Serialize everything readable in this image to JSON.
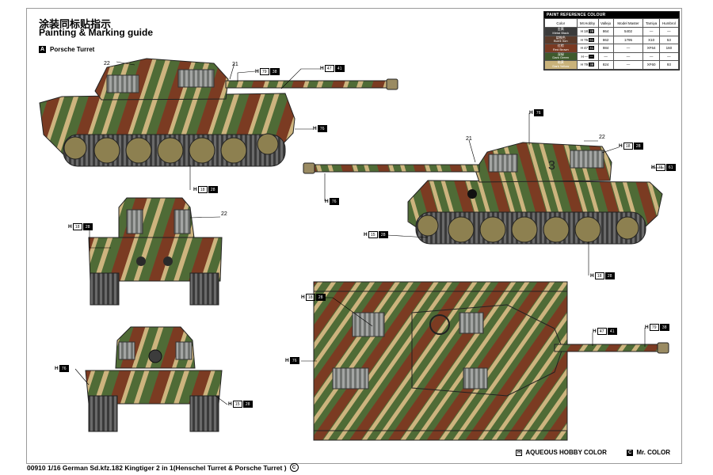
{
  "header": {
    "title_cn": "涂装同标贴指示",
    "title_en": "Painting & Marking guide",
    "section_letter": "A",
    "section_label": "Porsche Turret"
  },
  "reference": {
    "title": "PAINT REFERENCE COLOUR",
    "columns": [
      "Color",
      "Mr.Hobby",
      "Vallejo",
      "Model Master",
      "Tamiya",
      "Humbrol"
    ],
    "rows": [
      {
        "swatch_cn": "金属",
        "swatch_en": "Metal Black",
        "color": "#3b3b3b",
        "h1": "H",
        "h2": "18",
        "h3": "28",
        "vallejo": "864",
        "master": "5402",
        "tamiya": "—",
        "humbrol": "—"
      },
      {
        "swatch_cn": "烧铁色",
        "swatch_en": "Burnt Iron",
        "color": "#5a3a2a",
        "h1": "H",
        "h2": "76",
        "h3": "61",
        "vallejo": "862",
        "master": "1795",
        "tamiya": "X10",
        "humbrol": "53"
      },
      {
        "swatch_cn": "红棕",
        "swatch_en": "Red Brown",
        "color": "#7a3a22",
        "h1": "H",
        "h2": "47",
        "h3": "41",
        "vallejo": "984",
        "master": "—",
        "tamiya": "XF64",
        "humbrol": "160"
      },
      {
        "swatch_cn": "深绿",
        "swatch_en": "Dark Green",
        "color": "#3f5a2c",
        "h1": "H",
        "h2": "—",
        "h3": "—",
        "vallejo": "—",
        "master": "—",
        "tamiya": "—",
        "humbrol": "—"
      },
      {
        "swatch_cn": "暗黄",
        "swatch_en": "Dark Yellow",
        "color": "#c9b27a",
        "h1": "H",
        "h2": "79",
        "h3": "38",
        "vallejo": "824",
        "master": "—",
        "tamiya": "XF60",
        "humbrol": "93"
      }
    ]
  },
  "callouts": [
    {
      "id": "c1",
      "h": "H",
      "n1": "47",
      "n2": "41"
    },
    {
      "id": "c2",
      "h": "H",
      "n1": "79",
      "n2": "38"
    },
    {
      "id": "c3",
      "h": "H",
      "n1": "",
      "n2": "76"
    },
    {
      "id": "c4",
      "h": "H",
      "n1": "18",
      "n2": "28"
    },
    {
      "id": "c5",
      "h": "H",
      "n1": "",
      "n2": "76"
    },
    {
      "id": "c6",
      "h": "H",
      "n1": "18",
      "n2": "28"
    },
    {
      "id": "c7",
      "h": "H",
      "n1": "76",
      "n2": "61"
    },
    {
      "id": "c8",
      "h": "H",
      "n1": "",
      "n2": "76"
    },
    {
      "id": "c9",
      "h": "H",
      "n1": "15",
      "n2": "28"
    },
    {
      "id": "c10",
      "h": "H",
      "n1": "18",
      "n2": "28"
    },
    {
      "id": "c11",
      "h": "H",
      "n1": "18",
      "n2": "28"
    },
    {
      "id": "c12",
      "h": "H",
      "n1": "",
      "n2": "76"
    },
    {
      "id": "c13",
      "h": "H",
      "n1": "15",
      "n2": "28"
    },
    {
      "id": "c14",
      "h": "H",
      "n1": "47",
      "n2": "41"
    },
    {
      "id": "c15",
      "h": "H",
      "n1": "79",
      "n2": "38"
    }
  ],
  "part_numbers": {
    "p21a": "21",
    "p22a": "22",
    "p21b": "21",
    "p22b": "22",
    "p22c": "22"
  },
  "legend": {
    "aqueous_key": "H",
    "aqueous_label": "AQUEOUS HOBBY COLOR",
    "mr_key": "C",
    "mr_label": "Mr. COLOR"
  },
  "footer": {
    "text": "00910 1/16 German Sd.kfz.182 Kingtiger 2 in 1(Henschel Turret & Porsche Turret )",
    "copyright": "C"
  },
  "camo": {
    "green": "#4f6b36",
    "brown": "#7b3b22",
    "yellow": "#cdb47e",
    "steel": "#8d8f8d",
    "dark": "#2a2a2a"
  }
}
